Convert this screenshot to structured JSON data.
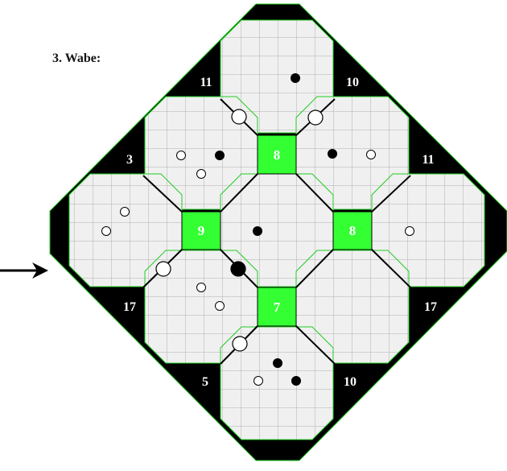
{
  "title": "3. Wabe:",
  "colors": {
    "frame": "#000000",
    "frame_edge": "#22cc22",
    "cell_fill": "#f0f0f0",
    "grid_line": "#b0b0b0",
    "green_square": "#33ff33",
    "label_text": "#ffffff"
  },
  "entry_arrow": "right-arrow-icon",
  "edge_numbers": {
    "top_left": "11",
    "top_right": "10",
    "upper_left": "3",
    "upper_right": "11",
    "lower_left": "17",
    "lower_right": "17",
    "bottom_left": "5",
    "bottom_right": "10"
  },
  "center_numbers": {
    "top": "8",
    "left": "9",
    "right": "8",
    "bottom": "7"
  }
}
